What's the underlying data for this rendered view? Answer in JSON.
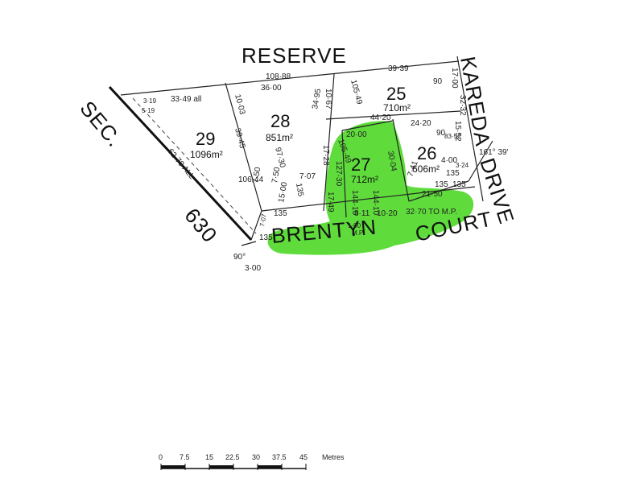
{
  "roads": {
    "reserve": "RESERVE",
    "kareda": "KAREDA",
    "drive": "DRIVE",
    "brentyn": "BRENTYN",
    "court": "COURT",
    "sec": "SEC.",
    "sec_num": "630"
  },
  "lots": [
    {
      "number": "29",
      "area": "1096m²"
    },
    {
      "number": "28",
      "area": "851m²"
    },
    {
      "number": "25",
      "area": "710m²"
    },
    {
      "number": "27",
      "area": "712m²"
    },
    {
      "number": "26",
      "area": "606m²"
    }
  ],
  "dimensions": {
    "d_108_88": "108·88",
    "d_39_39": "39·39",
    "d_36_00": "36·00",
    "d_33_49": "33·49 all",
    "d_5_19": "5·19",
    "d_3_19": "3·19",
    "d_10_03": "10·03",
    "d_10_67": "10·67",
    "d_105_49_top": "105·49",
    "d_90_top": "90",
    "d_17_00": "17·00",
    "d_32_32": "32·32",
    "d_44_20": "44·20",
    "d_24_20": "24·20",
    "d_15_52": "15·52",
    "d_161_39": "161° 39'",
    "d_34_95": "34·95",
    "d_20_00": "20·00",
    "d_90_mid": "90",
    "d_83_52": "83·52",
    "d_39_45": "39·45",
    "d_97_30": "97·30",
    "d_105_49_mid": "105·49",
    "d_17_28": "17·28",
    "d_127_30": "127·30",
    "d_30_04": "30·04",
    "d_4_00": "4·00",
    "d_135_r": "135",
    "d_62_79": "62·79 ALL",
    "d_106_44": "106·44",
    "d_7_50_a": "7·50",
    "d_7_07": "7·07",
    "d_7_50_b": "7·50",
    "d_15_00": "15·00",
    "d_135_a": "135",
    "d_135_b": "135",
    "d_17_49": "17·49",
    "d_144_10_a": "144·10",
    "d_144_10_b": "144·10",
    "d_7_41": "7·41",
    "d_21_50": "21·50",
    "d_135_c": "135",
    "d_3_24": "3·24",
    "d_8_11": "8·11",
    "d_10_20": "10·20",
    "d_32_70": "32·70 TO M.P.",
    "d_135_d": "135",
    "d_1_00": "1·00",
    "d_mp": "M.P.",
    "d_135_e": "135",
    "d_7_07_b": "7·07",
    "d_90_bot": "90°",
    "d_3_00": "3·00"
  },
  "scale": {
    "ticks": [
      "0",
      "7.5",
      "15",
      "22.5",
      "30",
      "37.5",
      "45"
    ],
    "unit": "Metres"
  },
  "colors": {
    "highlight": "#5fdc3c",
    "ink": "#111111"
  }
}
